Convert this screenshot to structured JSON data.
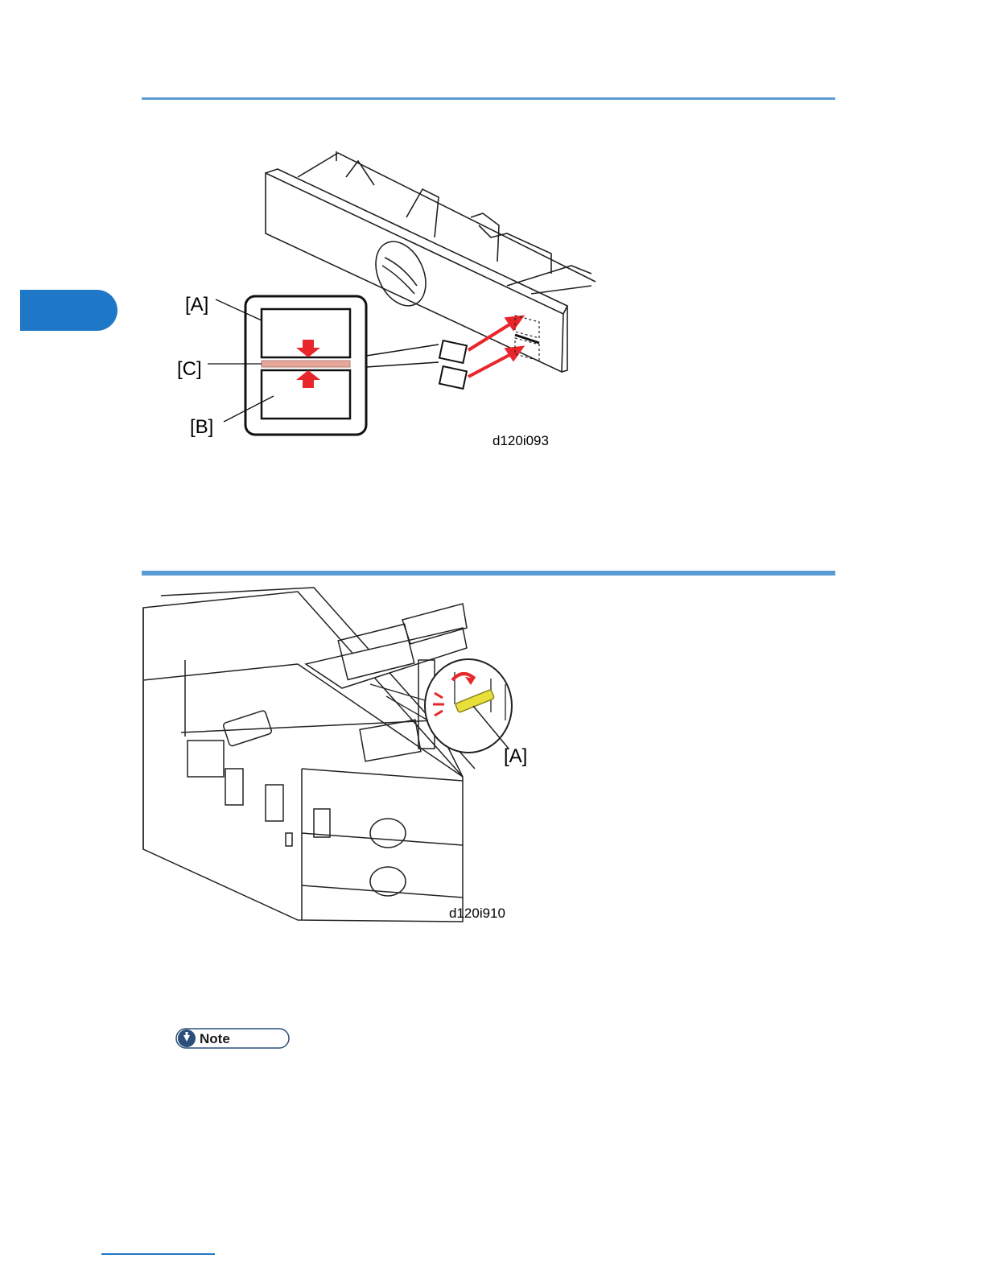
{
  "figures": [
    {
      "code": "d120i093",
      "callouts": [
        "[A]",
        "[C]",
        "[B]"
      ]
    },
    {
      "code": "d120i910",
      "callouts": [
        "[A]"
      ]
    }
  ],
  "note": {
    "label": "Note"
  },
  "colors": {
    "rule": "#5b9bd5",
    "chapter_tab": "#1f78c7",
    "arrow_red": "#e8262b",
    "sensor_yellow": "#e8df3a",
    "gap_pink": "#e6a79b"
  }
}
